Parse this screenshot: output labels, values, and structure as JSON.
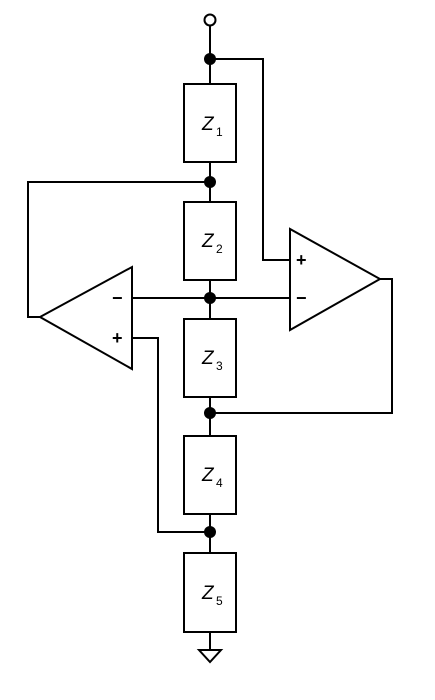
{
  "impedances": [
    {
      "letter": "Z",
      "index": "1"
    },
    {
      "letter": "Z",
      "index": "2"
    },
    {
      "letter": "Z",
      "index": "3"
    },
    {
      "letter": "Z",
      "index": "4"
    },
    {
      "letter": "Z",
      "index": "5"
    }
  ],
  "opamp_right": {
    "plus": "+",
    "minus": "−"
  },
  "opamp_left": {
    "plus": "+",
    "minus": "−"
  }
}
